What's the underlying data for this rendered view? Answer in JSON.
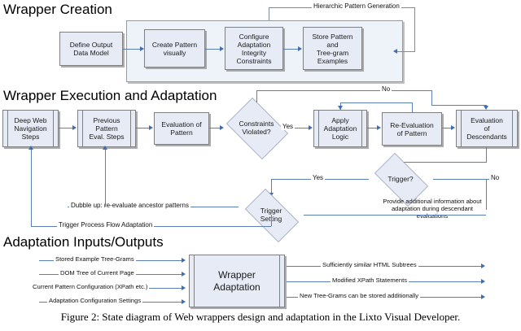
{
  "figure": {
    "caption": "Figure 2: State diagram of Web wrappers design and adaptation in the Lixto Visual Developer."
  },
  "colors": {
    "box_fill": "#e6ebf5",
    "box_border": "#808080",
    "container_fill": "#eef2f9",
    "connector": "#5b7fb4",
    "arrow": "#3f6db5",
    "text": "#111111",
    "background": "#ffffff"
  },
  "sections": {
    "creation": {
      "title": "Wrapper Creation",
      "boxes": [
        {
          "label": "Define Output\nData Model",
          "line1": "Define Output",
          "line2": "Data Model"
        },
        {
          "label": "Create Pattern\nvisually",
          "line1": "Create Pattern",
          "line2": "visually"
        },
        {
          "label": "Configure Adaptation Integrity Constraints",
          "line1": "Configure",
          "line2": "Adaptation",
          "line3": "Integrity",
          "line4": "Constraints"
        },
        {
          "label": "Store Pattern and Tree-gram Examples",
          "line1": "Store Pattern",
          "line2": "and",
          "line3": "Tree-gram",
          "line4": "Examples"
        }
      ],
      "loop_label": "Hierarchic Pattern Generation"
    },
    "execution": {
      "title": "Wrapper Execution and Adaptation",
      "boxes": [
        {
          "line1": "Deep Web",
          "line2": "Navigation",
          "line3": "Steps"
        },
        {
          "line1": "Previous",
          "line2": "Pattern",
          "line3": "Eval. Steps"
        },
        {
          "line1": "Evaluation of",
          "line2": "Pattern"
        },
        {
          "line1": "Apply",
          "line2": "Adaptation",
          "line3": "Logic"
        },
        {
          "line1": "Re-Evaluation",
          "line2": "of Pattern"
        },
        {
          "line1": "Evaluation",
          "line2": "of",
          "line3": "Descendants"
        }
      ],
      "decisions": [
        {
          "line1": "Constraints",
          "line2": "Violated?"
        },
        {
          "line1": "Trigger?",
          "line2": ""
        },
        {
          "line1": "Trigger",
          "line2": "Setting"
        }
      ],
      "edge_labels": {
        "yes_constraints": "Yes",
        "no_top": "No",
        "yes_trigger": "Yes",
        "no_trigger": "No"
      },
      "annotations": {
        "descendant_note_l1": "Provide additional information",
        "descendant_note_l2": "about adaptation during",
        "descendant_note_l3": "descendant evaluations",
        "bubble_up": "Dubble up: re-evaluate ancestor patterns",
        "trigger_process": "Trigger Process Flow Adaptation"
      }
    },
    "io": {
      "title": "Adaptation Inputs/Outputs",
      "center_box": {
        "line1": "Wrapper",
        "line2": "Adaptation"
      },
      "inputs": [
        "Stored Example Tree-Grams",
        "DOM Tree of Current Page",
        "Current Pattern Configuration (XPath etc.)",
        "Adaptation Configuration Settings"
      ],
      "outputs": [
        "Sufficiently similar HTML Subtrees",
        "Modified XPath Statements",
        "New Tree-Grams can be  stored additionally"
      ]
    }
  }
}
